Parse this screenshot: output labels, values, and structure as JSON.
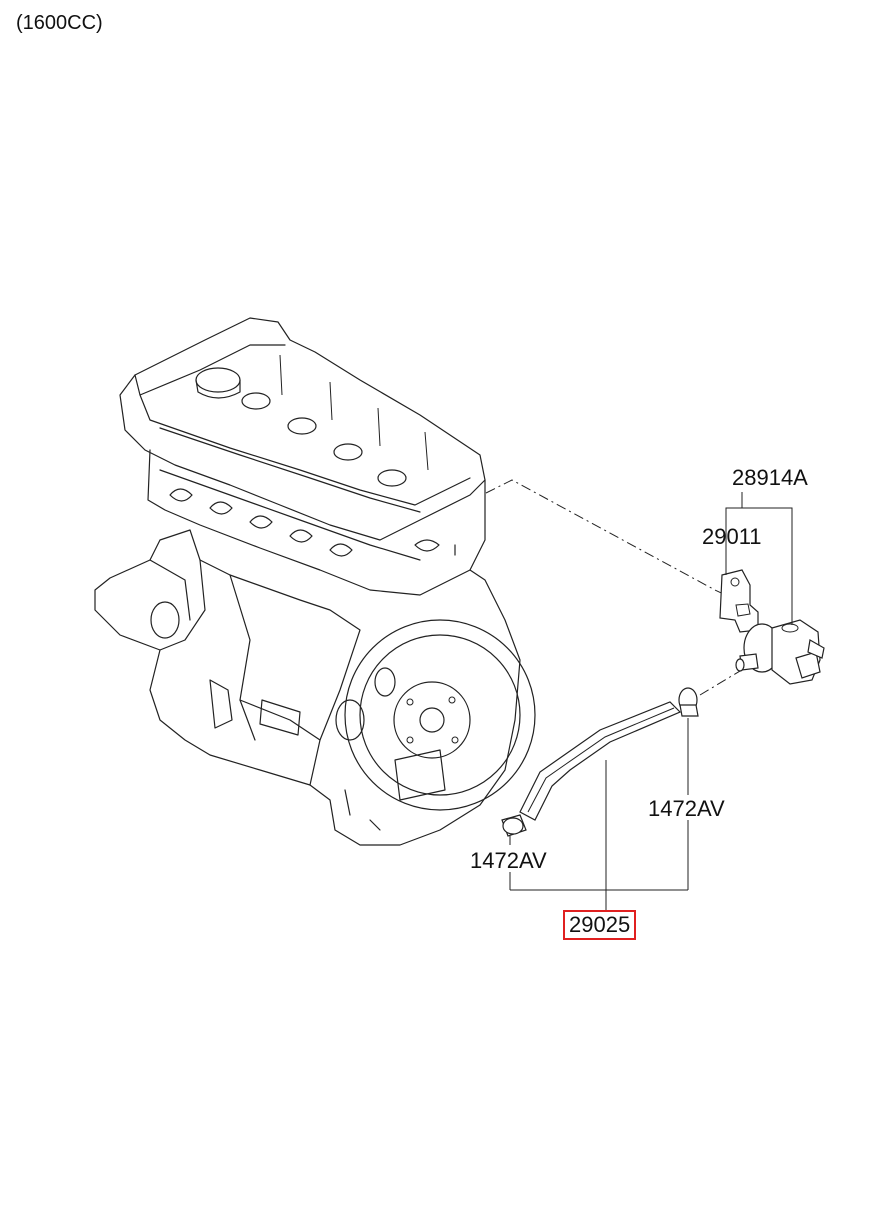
{
  "header": {
    "variant": "(1600CC)"
  },
  "labels": {
    "valve_assembly": "28914A",
    "bracket": "29011",
    "clamp_upper": "1472AV",
    "clamp_lower": "1472AV",
    "hose": "29025"
  },
  "colors": {
    "highlight": "#e02020",
    "line": "#222222"
  }
}
